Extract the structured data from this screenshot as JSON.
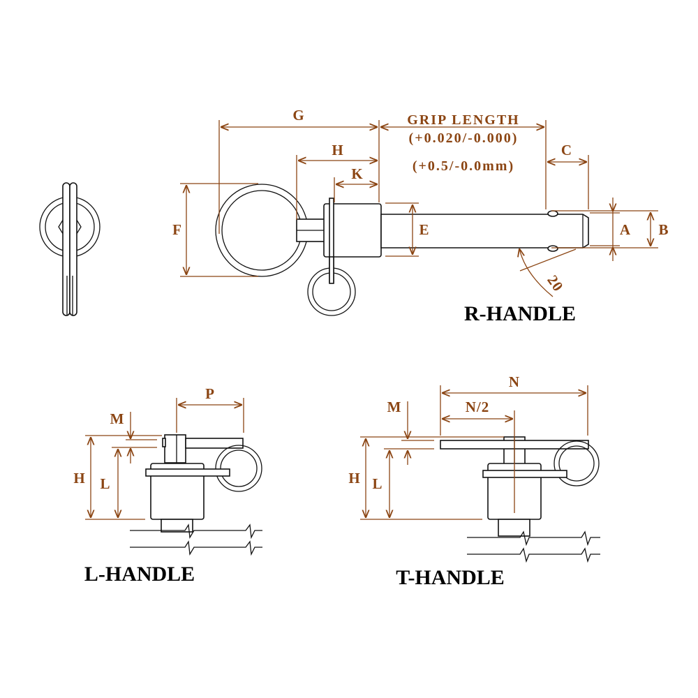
{
  "colors": {
    "dimension": "#8b4513",
    "outline": "#111111",
    "background": "#ffffff"
  },
  "r_handle": {
    "title": "R-HANDLE",
    "labels": {
      "G": "G",
      "H": "H",
      "K": "K",
      "F": "F",
      "E": "E",
      "C": "C",
      "A": "A",
      "B": "B",
      "grip_length": "GRIP LENGTH",
      "grip_tol_in": "(+0.020/-0.000)",
      "grip_tol_mm": "(+0.5/-0.0mm)",
      "angle": "20"
    }
  },
  "l_handle": {
    "title": "L-HANDLE",
    "labels": {
      "P": "P",
      "M": "M",
      "H": "H",
      "L": "L"
    }
  },
  "t_handle": {
    "title": "T-HANDLE",
    "labels": {
      "N": "N",
      "N_half": "N/2",
      "M": "M",
      "H": "H",
      "L": "L"
    }
  }
}
